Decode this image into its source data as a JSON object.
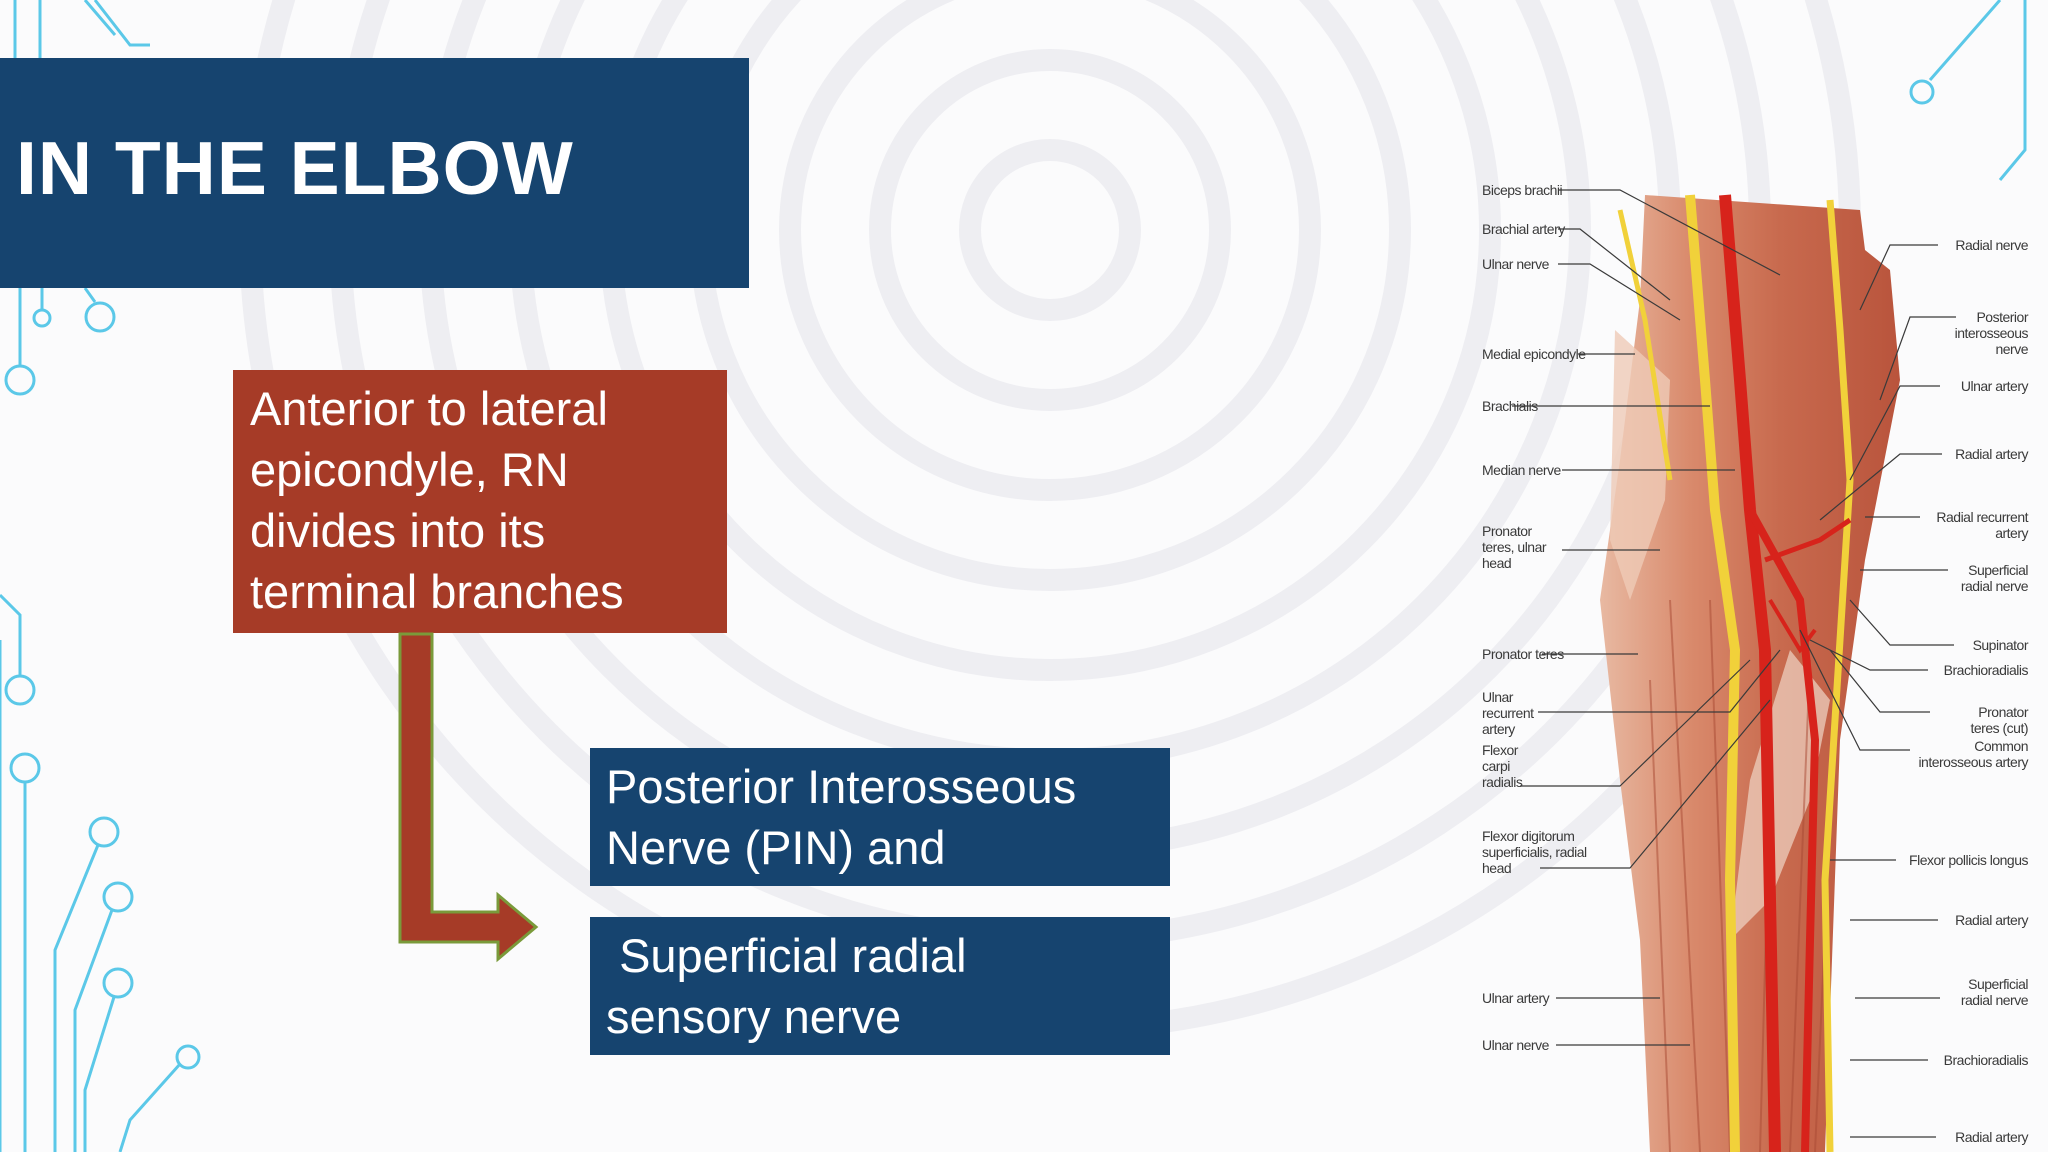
{
  "slide": {
    "title": "IN THE ELBOW",
    "main_point": {
      "lines": [
        "Anterior to lateral",
        "epicondyle, RN",
        "divides into its",
        "terminal branches"
      ]
    },
    "branch_1": {
      "lines": [
        "Posterior Interosseous",
        "Nerve (PIN) and"
      ]
    },
    "branch_2": {
      "lines": [
        " Superficial radial",
        "sensory nerve"
      ]
    }
  },
  "anatomy_labels": {
    "left": [
      "Biceps brachii",
      "Brachial artery",
      "Ulnar nerve",
      "Medial epicondyle",
      "Brachialis",
      "Median nerve",
      "Pronator teres, ulnar head",
      "Pronator teres",
      "Ulnar recurrent artery",
      "Flexor carpi radialis",
      "Flexor digitorum superficialis, radial head",
      "Ulnar artery",
      "Ulnar nerve"
    ],
    "right": [
      "Radial nerve",
      "Posterior interosseous nerve",
      "Ulnar artery",
      "Radial artery",
      "Radial recurrent artery",
      "Superficial radial nerve",
      "Supinator",
      "Brachioradialis",
      "Pronator teres (cut)",
      "Common interosseous artery",
      "Flexor pollicis longus",
      "Radial artery",
      "Superficial radial nerve",
      "Brachioradialis",
      "Radial artery"
    ]
  },
  "colors": {
    "title_bg": "#16446f",
    "main_point_bg": "#a63b27",
    "branch_bg": "#16446f",
    "arrow_fill": "#a63b27",
    "arrow_outline": "#7a9a3a",
    "circuit_lines": "#5bc8e8"
  }
}
